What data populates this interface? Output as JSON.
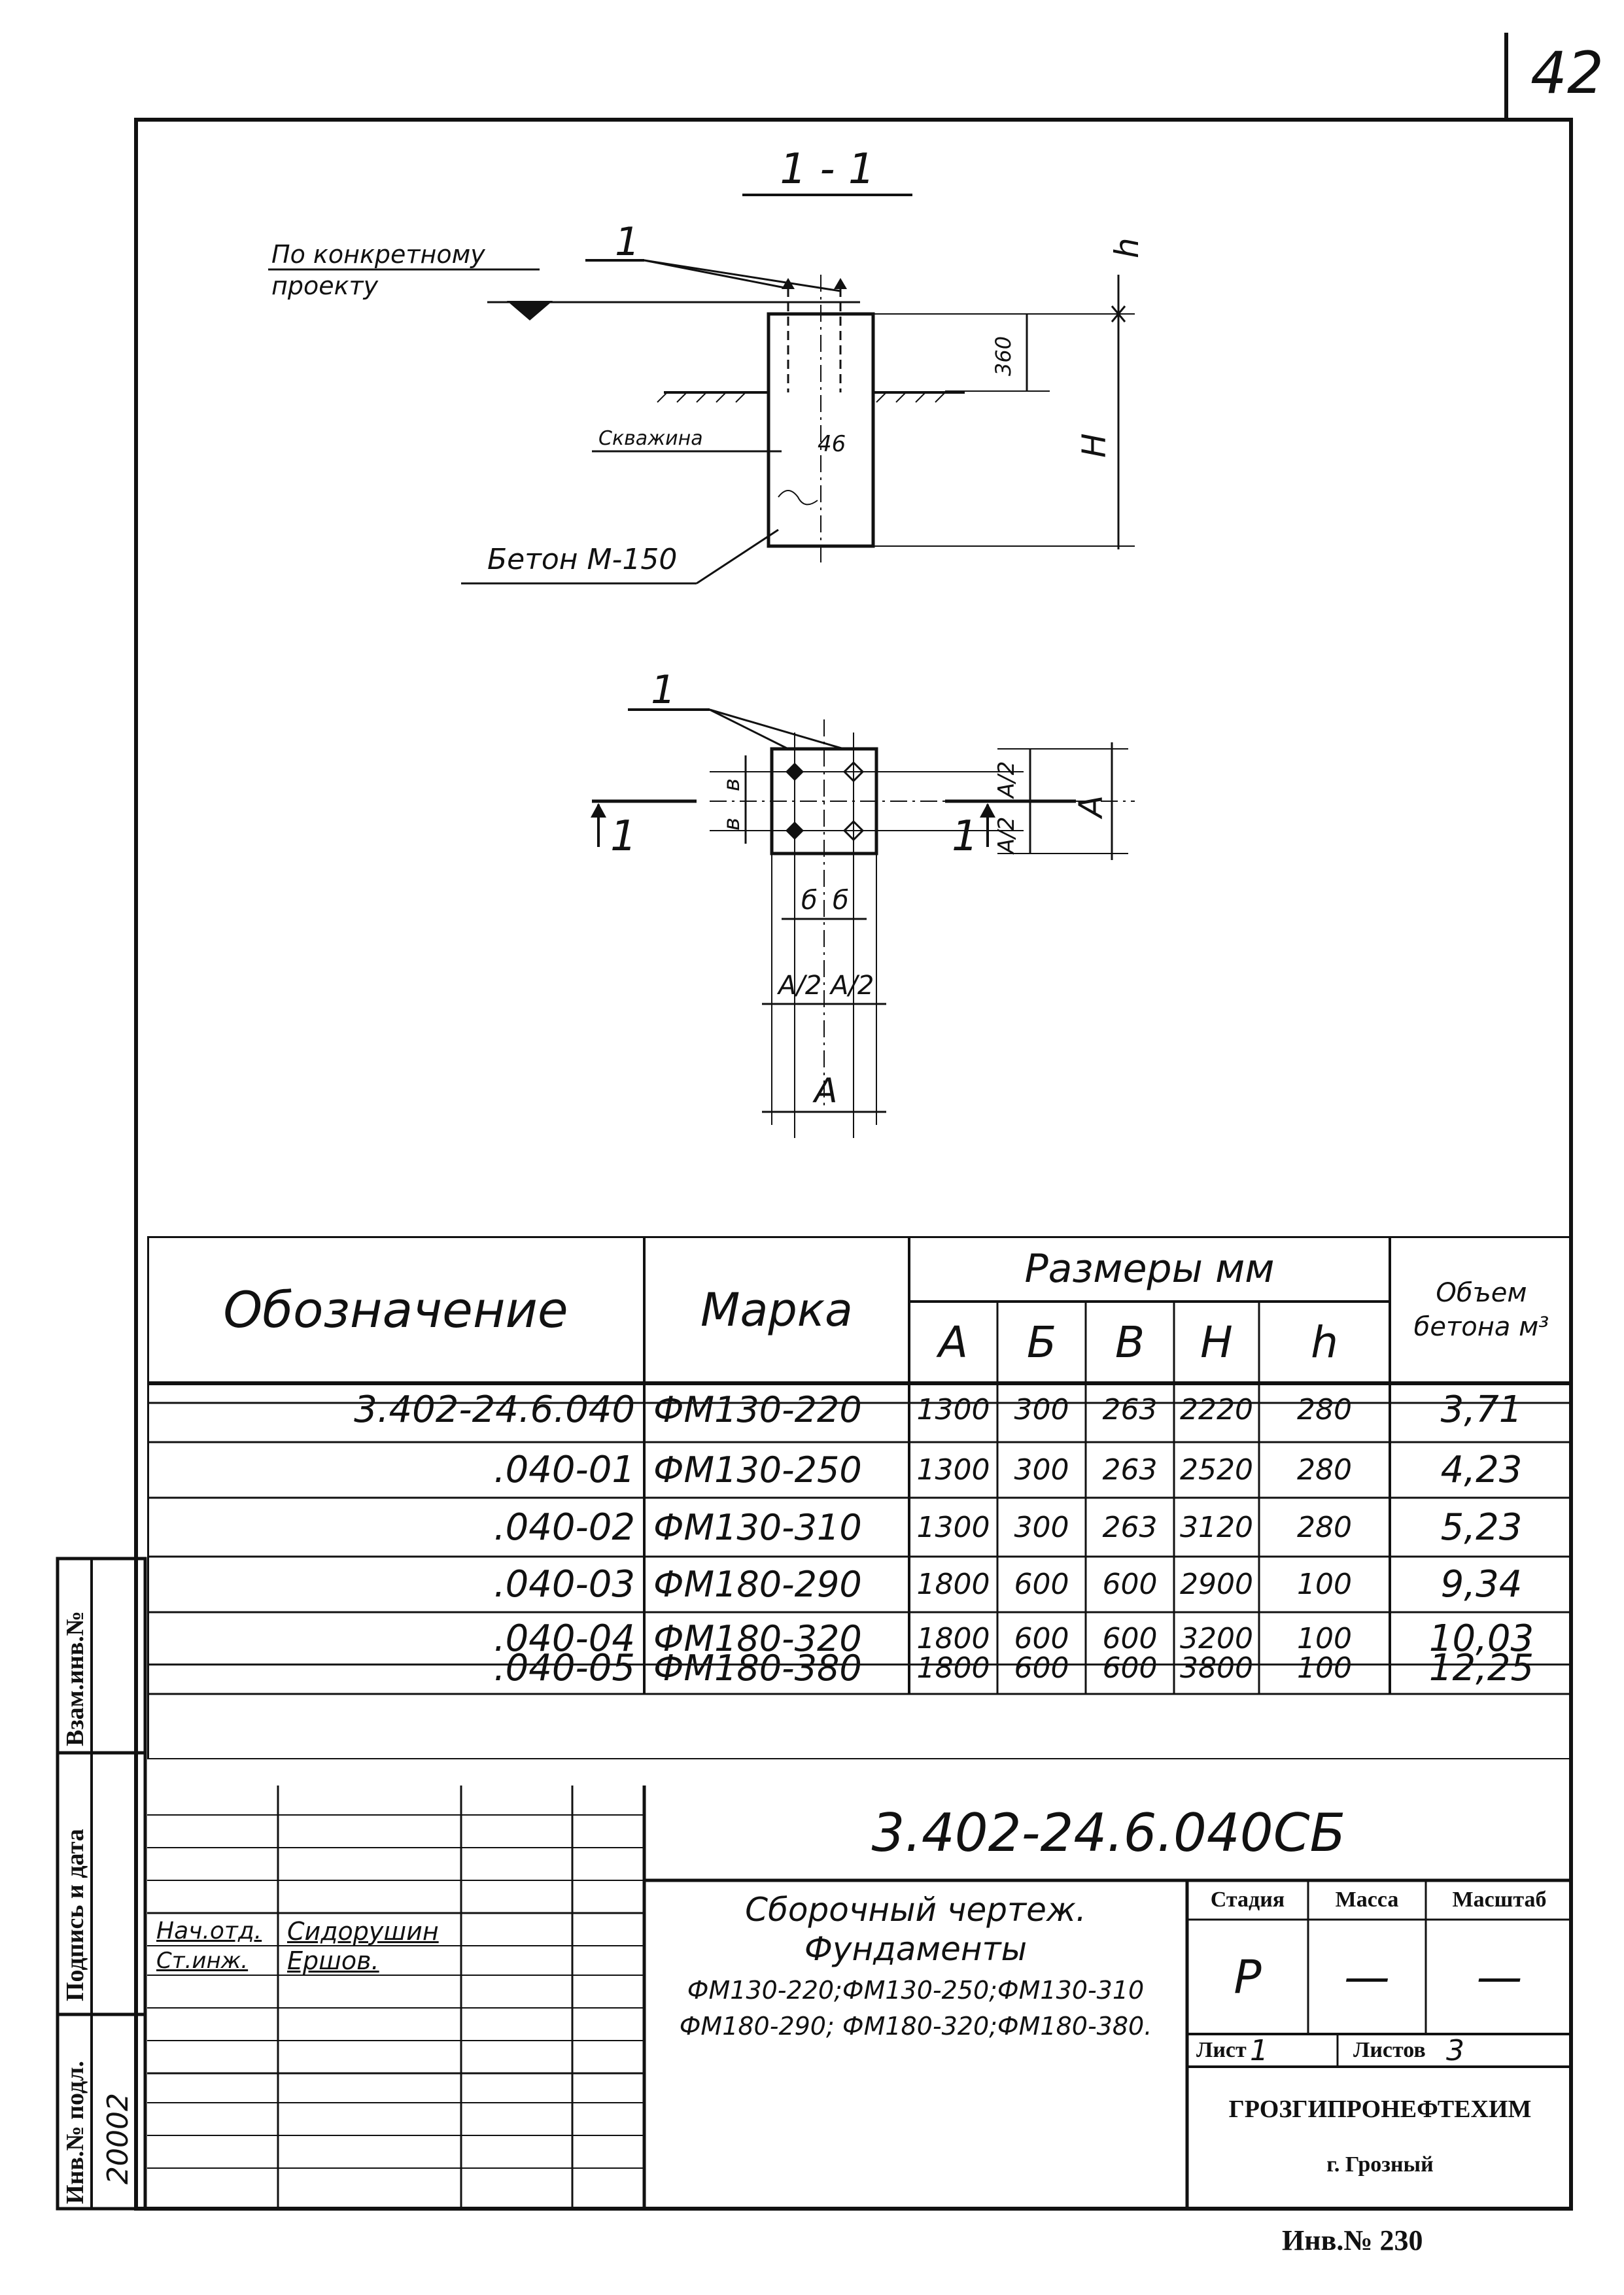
{
  "sheet_number": "42",
  "inventory": "Инв.№ 230",
  "section_title": "1 - 1",
  "section_view": {
    "callout_mark": "1",
    "level_note_line1": "По конкретному",
    "level_note_line2": "проекту",
    "dim_h": "h",
    "dim_360": "360",
    "dim_H": "H",
    "well_label": "Скважина",
    "well_dim": "46",
    "concrete_label": "Бетон М-150"
  },
  "plan_view": {
    "callout_mark": "1",
    "section_mark_left": "1",
    "section_mark_right": "1",
    "dim_v": "в",
    "dim_a_half": "A/2",
    "dim_A": "A",
    "dim_b": "б",
    "dim_a_half_bottom": "A/2"
  },
  "table": {
    "headers": {
      "designation": "Обозначение",
      "mark": "Марка",
      "sizes": "Размеры мм",
      "col_A": "А",
      "col_B": "Б",
      "col_V": "В",
      "col_H": "Н",
      "col_h": "h",
      "volume": "Объем бетона м³"
    },
    "rows": [
      {
        "designation": "3.402-24.6.040",
        "mark": "ФМ130-220",
        "A": "1300",
        "B": "300",
        "V": "263",
        "H": "2220",
        "h": "280",
        "volume": "3,71"
      },
      {
        "designation": ".040-01",
        "mark": "ФМ130-250",
        "A": "1300",
        "B": "300",
        "V": "263",
        "H": "2520",
        "h": "280",
        "volume": "4,23"
      },
      {
        "designation": ".040-02",
        "mark": "ФМ130-310",
        "A": "1300",
        "B": "300",
        "V": "263",
        "H": "3120",
        "h": "280",
        "volume": "5,23"
      },
      {
        "designation": ".040-03",
        "mark": "ФМ180-290",
        "A": "1800",
        "B": "600",
        "V": "600",
        "H": "2900",
        "h": "100",
        "volume": "9,34"
      },
      {
        "designation": ".040-04",
        "mark": "ФМ180-320",
        "A": "1800",
        "B": "600",
        "V": "600",
        "H": "3200",
        "h": "100",
        "volume": "10,03"
      },
      {
        "designation": ".040-05",
        "mark": "ФМ180-380",
        "A": "1800",
        "B": "600",
        "V": "600",
        "H": "3800",
        "h": "100",
        "volume": "12,25"
      }
    ]
  },
  "title_block": {
    "code": "3.402-24.6.040СБ",
    "title_line1": "Сборочный чертеж.",
    "title_line2": "Фундаменты",
    "title_line3": "ФМ130-220;ФМ130-250;ФМ130-310",
    "title_line4": "ФМ180-290; ФМ180-320;ФМ180-380.",
    "stage_label": "Стадия",
    "mass_label": "Масса",
    "scale_label": "Масштаб",
    "stage_value": "Р",
    "mass_value": "—",
    "scale_value": "—",
    "sheet_label": "Лист",
    "sheet_value": "1",
    "sheets_label": "Листов",
    "sheets_value": "3",
    "org_line1": "ГРОЗГИПРОНЕФТЕХИМ",
    "org_line2": "г. Грозный",
    "role1": "Нач.отд.",
    "name1": "Сидорушин",
    "role2": "Ст.инж.",
    "name2": "Ершов."
  },
  "side_stamp": {
    "label_swap": "Взам.инв.№",
    "label_sign": "Подпись и дата",
    "label_inv": "Инв.№ подл.",
    "inv_value": "20002"
  }
}
